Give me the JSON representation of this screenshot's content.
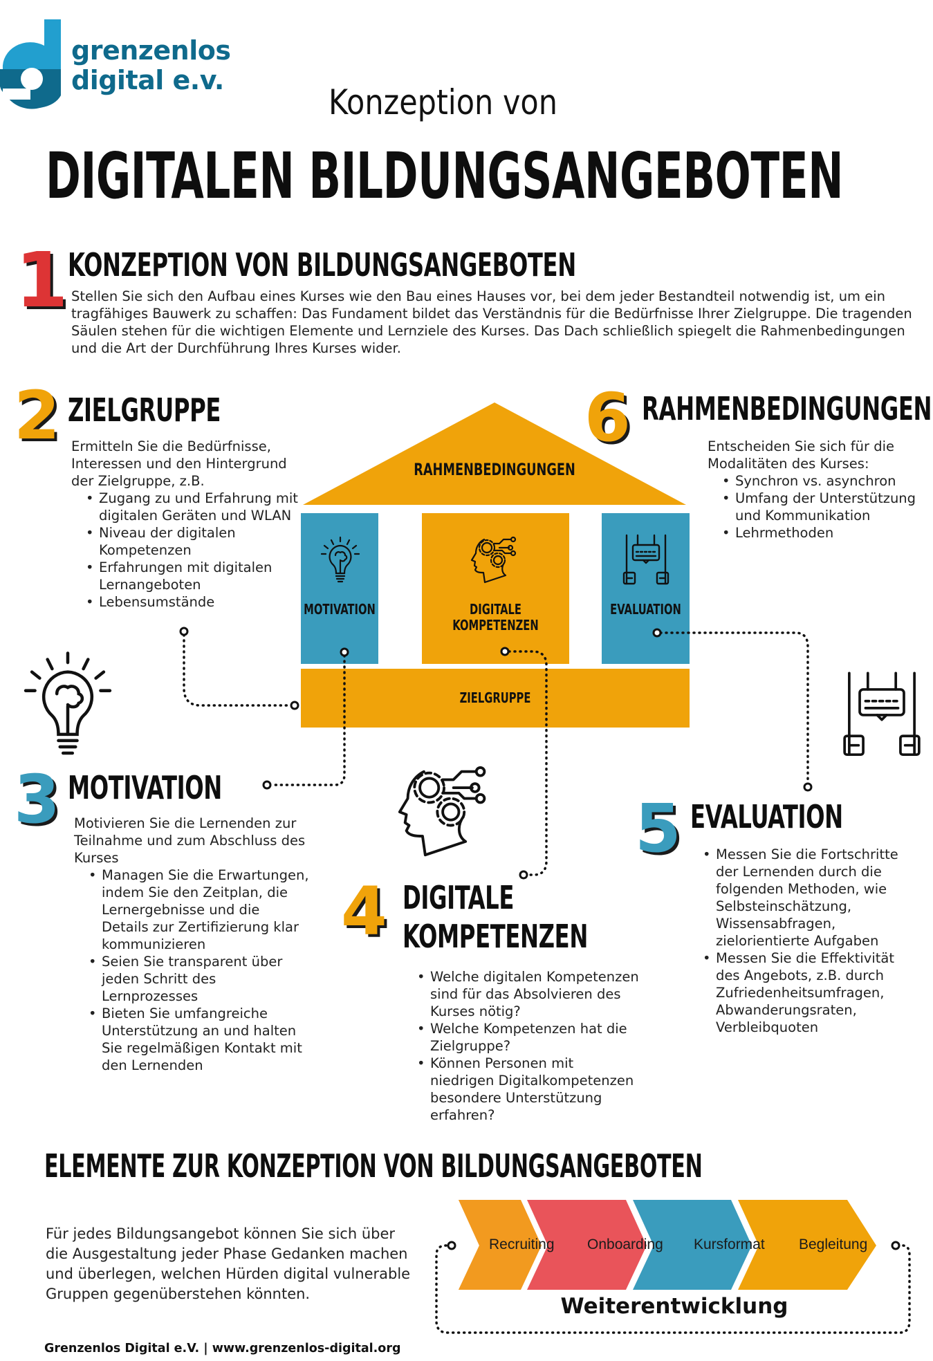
{
  "logo": {
    "line1": "grenzenlos",
    "line2": "digital e.v.",
    "color_light": "#229fcf",
    "color_dark": "#0f6a8c"
  },
  "title": {
    "subtitle": "Konzeption von",
    "main": "DIGITALEN BILDUNGSANGEBOTEN"
  },
  "colors": {
    "orange": "#f0a30a",
    "blue": "#3a9cbd",
    "red": "#e5383b",
    "coral": "#e9545a",
    "chevron_orange": "#f29a1f"
  },
  "sections": [
    {
      "number": "1",
      "number_color": "#dd3435",
      "heading": "KONZEPTION VON BILDUNGSANGEBOTEN",
      "intro": "Stellen Sie sich den Aufbau eines Kurses wie den Bau eines Hauses vor, bei dem jeder Bestandteil notwendig ist, um ein tragfähiges Bauwerk zu schaffen: Das Fundament bildet das Verständnis für die Bedürfnisse Ihrer Zielgruppe. Die tragenden Säulen stehen für die wichtigen Elemente und Lernziele des Kurses. Das Dach schließlich spiegelt die Rahmenbedingungen und die Art der Durchführung Ihres Kurses wider.",
      "bullets": []
    },
    {
      "number": "2",
      "number_color": "#f0a30a",
      "heading": "ZIELGRUPPE",
      "intro": "Ermitteln Sie die Bedürfnisse, Interessen und den Hintergrund der Zielgruppe, z.B.",
      "bullets": [
        "Zugang zu und Erfahrung mit digitalen Geräten und WLAN",
        "Niveau der digitalen Kompetenzen",
        "Erfahrungen mit digitalen Lernangeboten",
        "Lebensumstände"
      ]
    },
    {
      "number": "3",
      "number_color": "#3a9cbd",
      "heading": "MOTIVATION",
      "intro": "Motivieren Sie die Lernenden zur Teilnahme und zum Abschluss des Kurses",
      "bullets": [
        "Managen Sie die Erwartungen, indem Sie den Zeitplan, die Lernergebnisse und die Details zur Zertifizierung klar kommunizieren",
        "Seien Sie transparent über jeden Schritt des Lernprozesses",
        "Bieten Sie umfangreiche Unterstützung an und halten Sie regelmäßigen Kontakt mit den Lernenden"
      ]
    },
    {
      "number": "4",
      "number_color": "#f0a30a",
      "heading_line1": "DIGITALE",
      "heading_line2": "KOMPETENZEN",
      "bullets": [
        "Welche digitalen Kompetenzen sind für das Absolvieren des Kurses nötig?",
        "Welche Kompetenzen hat die Zielgruppe?",
        "Können Personen mit niedrigen Digitalkompetenzen besondere Unterstützung erfahren?"
      ]
    },
    {
      "number": "5",
      "number_color": "#3a9cbd",
      "heading": "EVALUATION",
      "bullets": [
        "Messen Sie die Fortschritte der Lernenden durch die folgenden Methoden, wie Selbsteinschätzung, Wissensabfragen, zielorientierte Aufgaben",
        "Messen Sie die Effektivität des Angebots, z.B. durch Zufriedenheitsumfragen, Abwanderungsraten, Verbleibquoten"
      ]
    },
    {
      "number": "6",
      "number_color": "#f0a30a",
      "heading": "RAHMENBEDINGUNGEN",
      "intro": "Entscheiden Sie sich für die Modalitäten des Kurses:",
      "bullets": [
        "Synchron vs. asynchron",
        "Umfang der Unterstützung und Kommunikation",
        "Lehrmethoden"
      ]
    }
  ],
  "house": {
    "roof_label": "RAHMENBEDINGUNGEN",
    "pillars": [
      {
        "label": "MOTIVATION",
        "icon": "lightbulb-brain-icon",
        "color": "#3a9cbd"
      },
      {
        "label_line1": "DIGITALE",
        "label_line2": "KOMPETENZEN",
        "icon": "head-gears-icon",
        "color": "#f0a30a"
      },
      {
        "label": "EVALUATION",
        "icon": "rating-board-icon",
        "color": "#3a9cbd"
      }
    ],
    "foundation_label": "ZIELGRUPPE"
  },
  "elements": {
    "heading": "ELEMENTE ZUR KONZEPTION VON BILDUNGSANGEBOTEN",
    "text": "Für jedes Bildungsangebot können Sie sich über die Ausgestaltung jeder Phase Gedanken machen und überlegen, welchen Hürden digital vulnerable Gruppen gegenüberstehen könnten.",
    "phases": [
      {
        "label": "Recruiting",
        "color": "#f29a1f"
      },
      {
        "label": "Onboarding",
        "color": "#e9545a"
      },
      {
        "label": "Kursformat",
        "color": "#3a9cbd"
      },
      {
        "label": "Begleitung",
        "color": "#f0a30a"
      }
    ],
    "loop_label": "Weiterentwicklung"
  },
  "footer": {
    "text": "Grenzenlos Digital e.V. | www.grenzenlos-digital.org"
  }
}
